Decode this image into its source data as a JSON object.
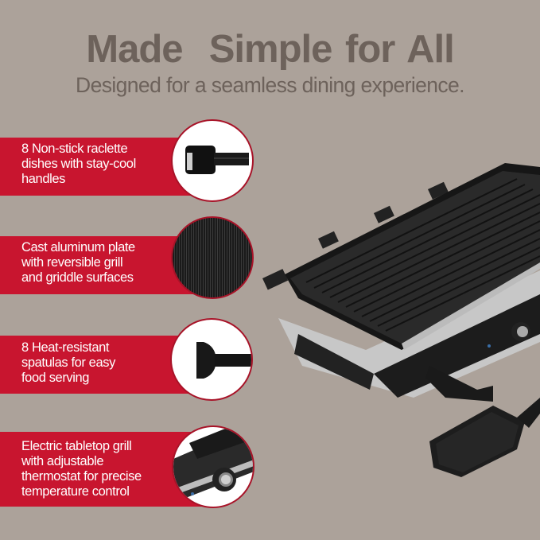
{
  "header": {
    "title": "Made  Simple for All",
    "subtitle": "Designed for a seamless dining experience."
  },
  "features": [
    {
      "text": "8 Non-stick raclette dishes with stay-cool handles",
      "lines": [
        "8 Non-stick raclette",
        "dishes with stay-cool",
        "handles"
      ],
      "image": "raclette-dish-icon"
    },
    {
      "text": "Cast aluminum plate with reversible grill and griddle surfaces",
      "lines": [
        "Cast aluminum plate",
        "with reversible grill",
        "and griddle surfaces"
      ],
      "image": "grill-plate-texture-icon"
    },
    {
      "text": "8 Heat-resistant spatulas for easy food serving",
      "lines": [
        "8 Heat-resistant",
        "spatulas for easy",
        "food serving"
      ],
      "image": "spatula-icon"
    },
    {
      "text": "Electric tabletop grill with adjustable thermostat for precise temperature control",
      "lines": [
        "Electric tabletop grill",
        "with adjustable",
        "thermostat for precise",
        "temperature control"
      ],
      "image": "thermostat-knob-icon"
    }
  ],
  "colors": {
    "background": "#aca29a",
    "heading": "#6d625b",
    "accent_red": "#c8152f",
    "text_white": "#ffffff"
  }
}
